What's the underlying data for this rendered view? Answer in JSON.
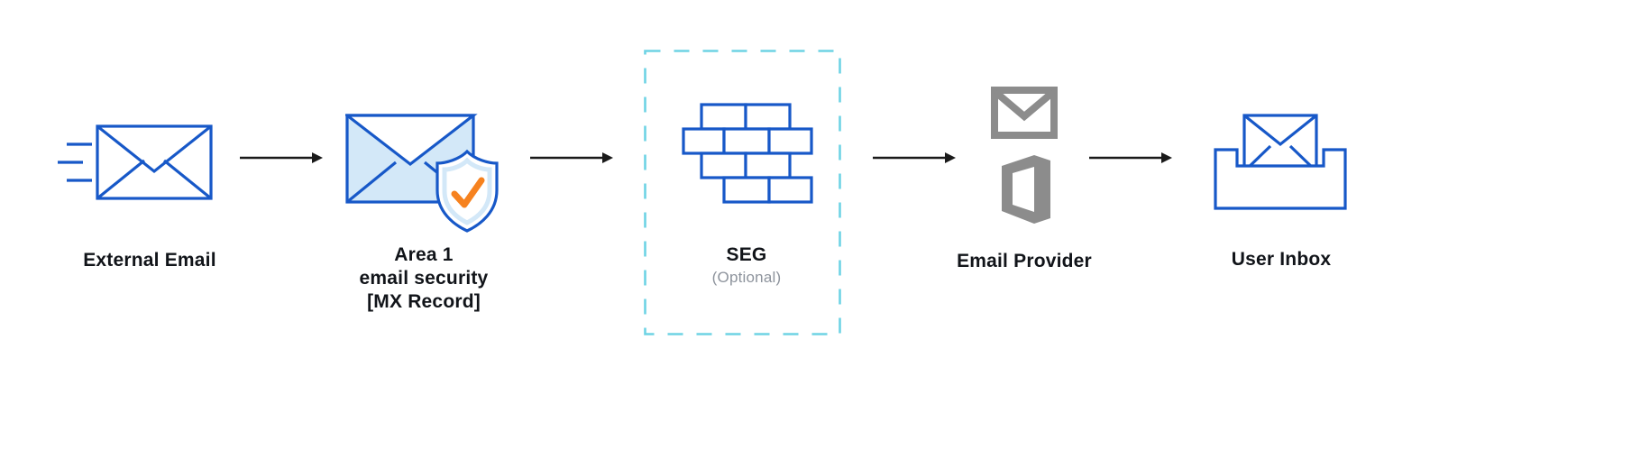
{
  "nodes": {
    "external_email": {
      "label": "External Email"
    },
    "area1": {
      "label_lines": [
        "Area 1",
        "email security",
        "[MX Record]"
      ]
    },
    "seg": {
      "label": "SEG",
      "sublabel": "(Optional)"
    },
    "email_provider": {
      "label": "Email Provider"
    },
    "user_inbox": {
      "label": "User Inbox"
    }
  },
  "colors": {
    "envelope_blue": "#1758C8",
    "envelope_light_blue": "#D3E8F8",
    "shield_check_orange": "#F6821F",
    "seg_dashed_teal": "#6ED3E4",
    "provider_gray": "#8C8C8C",
    "arrow_black": "#1A1A1A",
    "label_text": "#111419",
    "sublabel_gray": "#8D939C"
  }
}
